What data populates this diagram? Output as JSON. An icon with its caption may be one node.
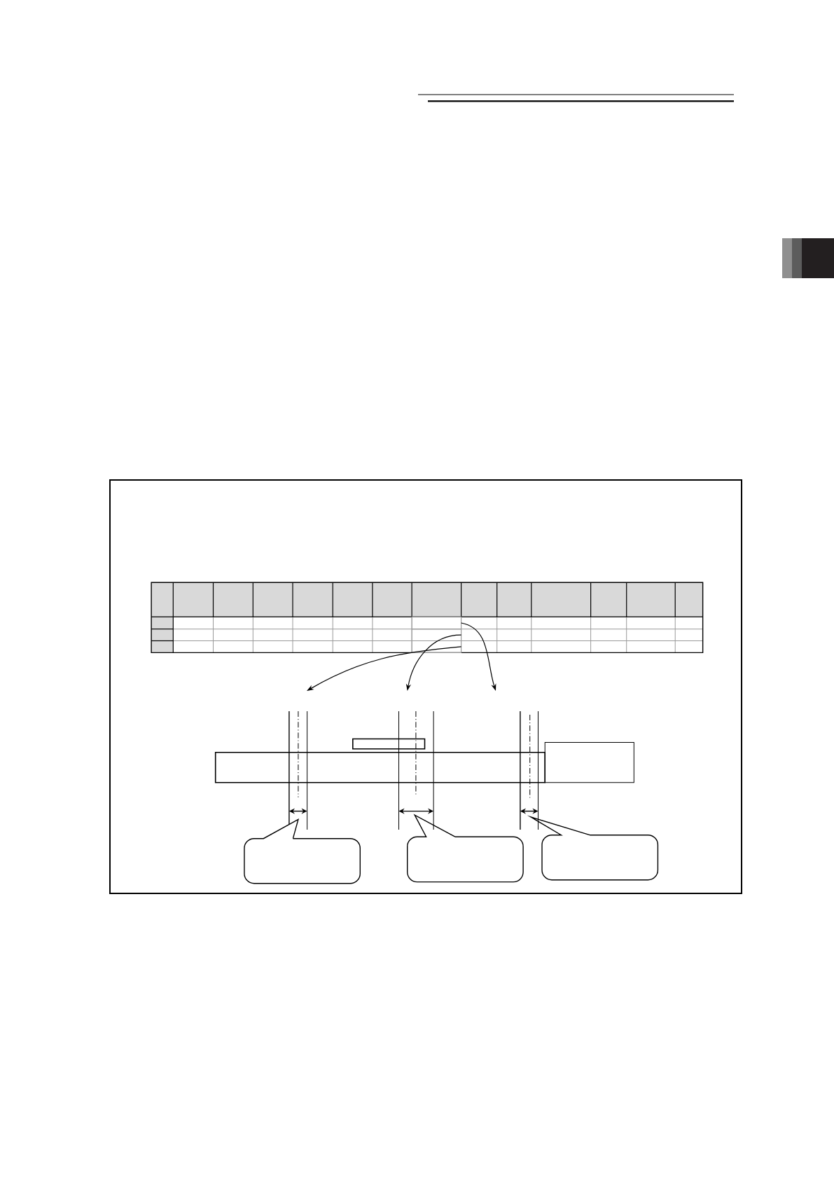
{
  "diagram": {
    "nodes": [
      {
        "text": [],
        "shape": "table"
      },
      {
        "text": [],
        "shape": "box",
        "in": 0
      },
      {
        "text": [],
        "shape": "box",
        "in": 0
      },
      {
        "text": [],
        "shape": "box",
        "in": 0
      },
      {
        "text": [],
        "shape": "callout"
      },
      {
        "text": [],
        "shape": "callout"
      },
      {
        "text": [],
        "shape": "callout"
      }
    ],
    "edges": [
      {
        "from": 1,
        "to": null,
        "arrow": "to"
      },
      {
        "from": 2,
        "to": null,
        "arrow": "to"
      },
      {
        "from": 3,
        "to": null,
        "arrow": "to"
      }
    ]
  }
}
